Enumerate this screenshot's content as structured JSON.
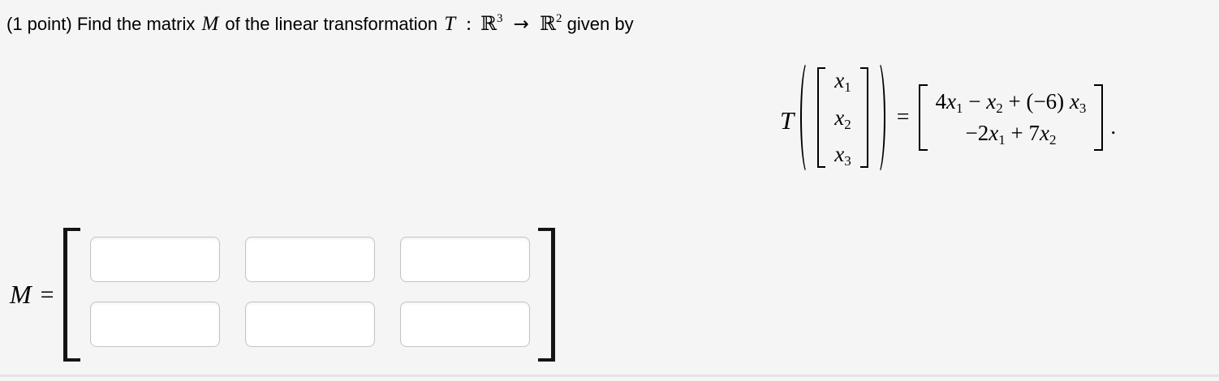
{
  "colors": {
    "page_background": "#f5f5f5",
    "text": "#000000",
    "input_border": "#c4c4c4",
    "input_background": "#ffffff",
    "divider": "#e4e4e4"
  },
  "header": {
    "points": "(1 point)",
    "find": "Find the matrix",
    "M": "M",
    "mid": "of the linear transformation",
    "T": "T",
    "colon": ":",
    "domain": "ℝ",
    "domain_exp": "3",
    "arrow": "→",
    "codomain": "ℝ",
    "codomain_exp": "2",
    "given": "given by"
  },
  "equation": {
    "T": "T",
    "vector": [
      {
        "var": "x",
        "sub": "1"
      },
      {
        "var": "x",
        "sub": "2"
      },
      {
        "var": "x",
        "sub": "3"
      }
    ],
    "equals": "=",
    "rows": [
      {
        "parts": [
          {
            "pre": "4",
            "var": "x",
            "sub": "1"
          },
          {
            "pre": " − ",
            "var": "x",
            "sub": "2"
          },
          {
            "pre": " + (−6) ",
            "var": "x",
            "sub": "3"
          }
        ]
      },
      {
        "parts": [
          {
            "pre": "−2",
            "var": "x",
            "sub": "1"
          },
          {
            "pre": " + 7",
            "var": "x",
            "sub": "2"
          }
        ]
      }
    ],
    "period": "."
  },
  "answer": {
    "M": "M",
    "equals": "=",
    "rows": 2,
    "cols": 3,
    "values": [
      "",
      "",
      "",
      "",
      "",
      ""
    ]
  }
}
